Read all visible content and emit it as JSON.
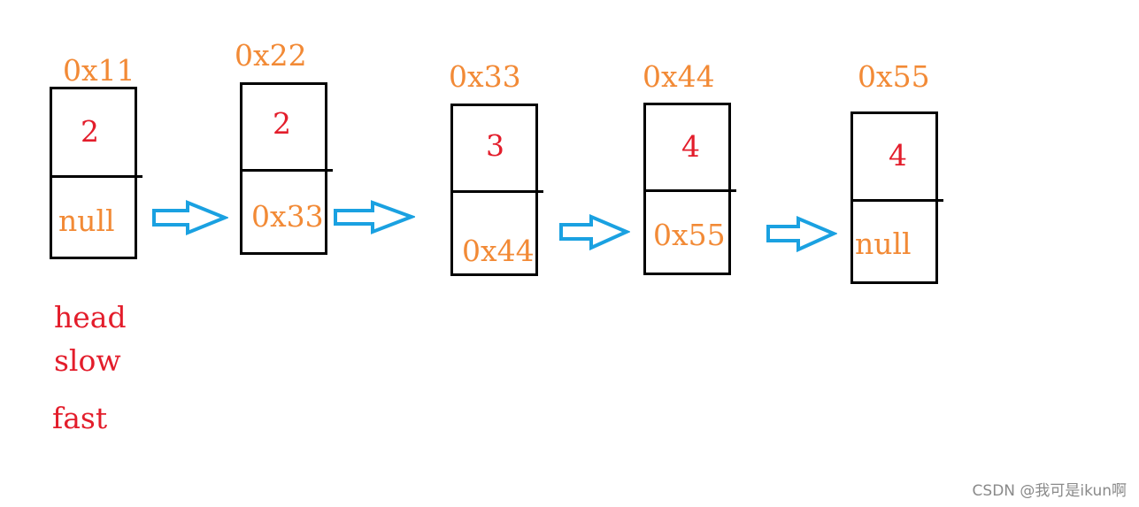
{
  "nodes": [
    {
      "address": "0x11",
      "value": "2",
      "next": "null"
    },
    {
      "address": "0x22",
      "value": "2",
      "next": "0x33"
    },
    {
      "address": "0x33",
      "value": "3",
      "next": "0x44"
    },
    {
      "address": "0x44",
      "value": "4",
      "next": "0x55"
    },
    {
      "address": "0x55",
      "value": "4",
      "next": "null"
    }
  ],
  "pointers": {
    "head": "head",
    "slow": "slow",
    "fast": "fast"
  },
  "watermark": "CSDN @我可是ikun啊",
  "colors": {
    "address": "#f28a36",
    "value": "#e31d2b",
    "pointer": "#e31d2b",
    "arrow": "#1aa1e1",
    "border": "#000000"
  }
}
